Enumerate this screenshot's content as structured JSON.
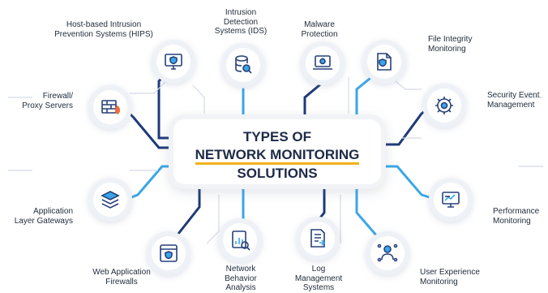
{
  "title": {
    "line1": "TYPES OF",
    "line2": "NETWORK MONITORING",
    "line3": "SOLUTIONS",
    "highlight_color": "#f2b21b"
  },
  "colors": {
    "dark_line": "#1e3a78",
    "light_line": "#3aa6e8",
    "icon": "#26407a"
  },
  "nodes": [
    {
      "id": "hips",
      "icon": "monitor-shield-icon",
      "lines": [
        "Host-based Intrusion",
        "Prevention Systems (HIPS)"
      ]
    },
    {
      "id": "ids",
      "icon": "database-search-icon",
      "lines": [
        "Intrusion",
        "Detection",
        "Systems (IDS)"
      ]
    },
    {
      "id": "malware",
      "icon": "laptop-bug-icon",
      "lines": [
        "Malware",
        "Protection"
      ]
    },
    {
      "id": "fim",
      "icon": "file-shield-icon",
      "lines": [
        "File Integrity",
        "Monitoring"
      ]
    },
    {
      "id": "firewall",
      "icon": "firewall-icon",
      "lines": [
        "Firewall/",
        "Proxy Servers"
      ]
    },
    {
      "id": "siem",
      "icon": "security-gear-icon",
      "lines": [
        "Security Event",
        "Management"
      ]
    },
    {
      "id": "alg",
      "icon": "layers-icon",
      "lines": [
        "Application",
        "Layer Gateways"
      ]
    },
    {
      "id": "perf",
      "icon": "performance-monitor-icon",
      "lines": [
        "Performance",
        "Monitoring"
      ]
    },
    {
      "id": "waf",
      "icon": "browser-shield-icon",
      "lines": [
        "Web Application",
        "Firewalls"
      ]
    },
    {
      "id": "nba",
      "icon": "report-search-icon",
      "lines": [
        "Network",
        "Behavior",
        "Analysis"
      ]
    },
    {
      "id": "log",
      "icon": "document-log-icon",
      "lines": [
        "Log",
        "Management",
        "Systems"
      ]
    },
    {
      "id": "ux",
      "icon": "user-experience-icon",
      "lines": [
        "User Experience",
        "Monitoring"
      ]
    }
  ]
}
